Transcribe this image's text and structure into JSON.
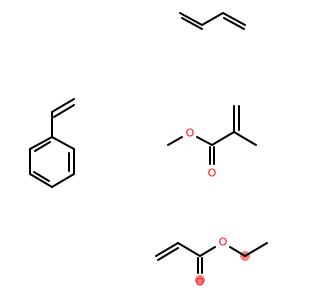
{
  "colors": {
    "background": "#ffffff",
    "bond": "#000000",
    "oxygen": "#ff0d0d",
    "highlight": "#ff8080"
  },
  "molecules": [
    {
      "id": "butadiene",
      "atoms": []
    },
    {
      "id": "styrene",
      "atoms": []
    },
    {
      "id": "methyl-methacrylate",
      "atoms": [
        {
          "id": "mma-ester-oxygen",
          "symbol": "O"
        },
        {
          "id": "mma-carbonyl-oxygen",
          "symbol": "O"
        }
      ]
    },
    {
      "id": "ethyl-acrylate",
      "atoms": [
        {
          "id": "ea-ester-oxygen",
          "symbol": "O"
        },
        {
          "id": "ea-carbonyl-oxygen",
          "symbol": "O"
        }
      ]
    }
  ]
}
